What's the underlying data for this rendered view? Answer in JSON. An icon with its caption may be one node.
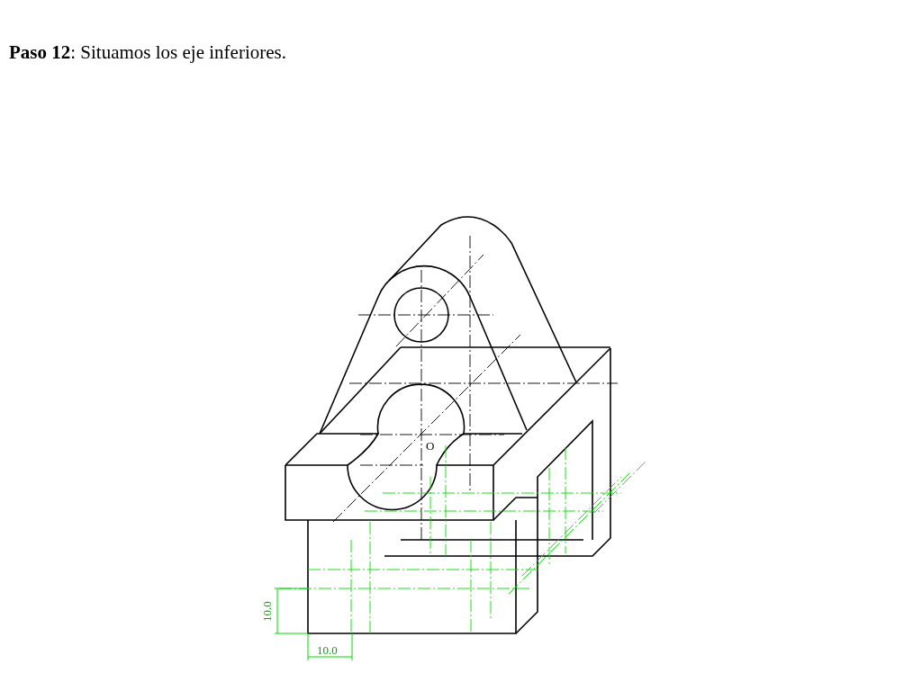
{
  "diagram": {
    "title": "**Paso 12**: Situamos los eje inferiores.",
    "labels": [
      "O",
      "10.0",
      "10.0"
    ]
  }
}
